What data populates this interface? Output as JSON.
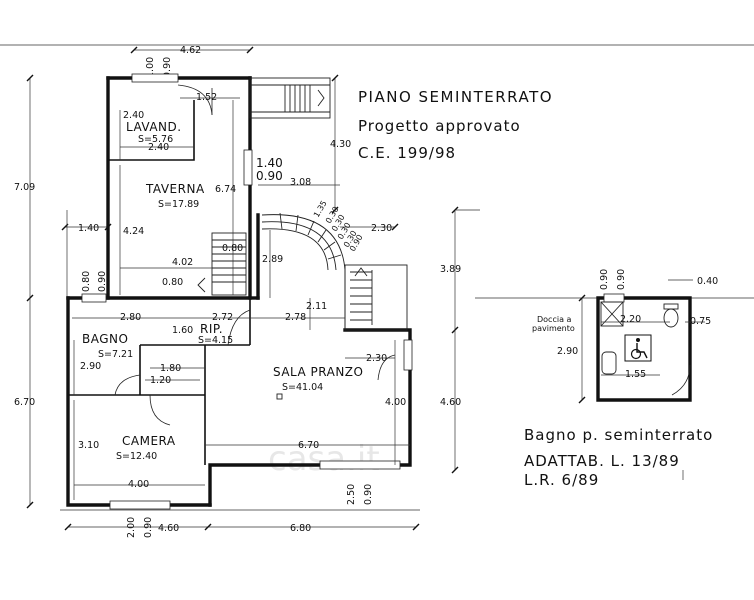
{
  "title_block": {
    "line1": "PIANO SEMINTERRATO",
    "line2": "Progetto approvato",
    "line3": "C.E. 199/98"
  },
  "bathroom_block": {
    "line1": "Bagno p. seminterrato",
    "line2": "ADATTAB. L. 13/89",
    "line3": "L.R. 6/89",
    "shower_label_1": "Doccia a",
    "shower_label_2": "pavimento"
  },
  "watermark": "casa.it",
  "rooms": [
    {
      "name": "LAVAND.",
      "area": "S=5.76"
    },
    {
      "name": "TAVERNA",
      "area": "S=17.89"
    },
    {
      "name": "BAGNO",
      "area": "S=7.21"
    },
    {
      "name": "RIP.",
      "area": "S=4.15"
    },
    {
      "name": "SALA PRANZO",
      "area": "S=41.04"
    },
    {
      "name": "CAMERA",
      "area": "S=12.40"
    }
  ],
  "dimensions": {
    "top_462": "4.62",
    "top_100": "1.00",
    "top_090": "0.90",
    "stair_152": "1.52",
    "lav_240_v": "2.40",
    "lav_240_h": "2.40",
    "left_709": "7.09",
    "left_140": "1.40",
    "taverna_424": "4.24",
    "taverna_674": "6.74",
    "win_140": "1.40",
    "win_090": "0.90",
    "right_430": "4.30",
    "arc_308": "3.08",
    "arc_135": "1.35",
    "arc_030": "0.30",
    "arc_030b": "0.30",
    "arc_030c": "0.30",
    "arc_030d": "0.30",
    "arc_090": "0.90",
    "right_230a": "2.30",
    "stair_080": "0.80",
    "sala_289": "2.89",
    "taverna_402": "4.02",
    "stair_080b": "0.80",
    "mid_080": "0.80",
    "mid_090": "0.90",
    "right_389": "3.89",
    "sala_211": "2.11",
    "bagno_280": "2.80",
    "rip_272": "2.72",
    "sala_278": "2.78",
    "rip_160": "1.60",
    "right_230b": "2.30",
    "left_670": "6.70",
    "bagno_290": "2.90",
    "rip_180": "1.80",
    "rip_120": "1.20",
    "sala_400": "4.00",
    "right_460": "4.60",
    "camera_310": "3.10",
    "sala_670": "6.70",
    "camera_400": "4.00",
    "win_250": "2.50",
    "win_090b": "0.90",
    "bot_200": "2.00",
    "bot_090": "0.90",
    "bot_460": "4.60",
    "bot_680": "6.80",
    "d_090_a": "0.90",
    "d_090_b": "0.90",
    "d_040": "0.40",
    "d_220": "2.20",
    "d_075": "0.75",
    "d_290": "2.90",
    "d_155": "1.55"
  }
}
